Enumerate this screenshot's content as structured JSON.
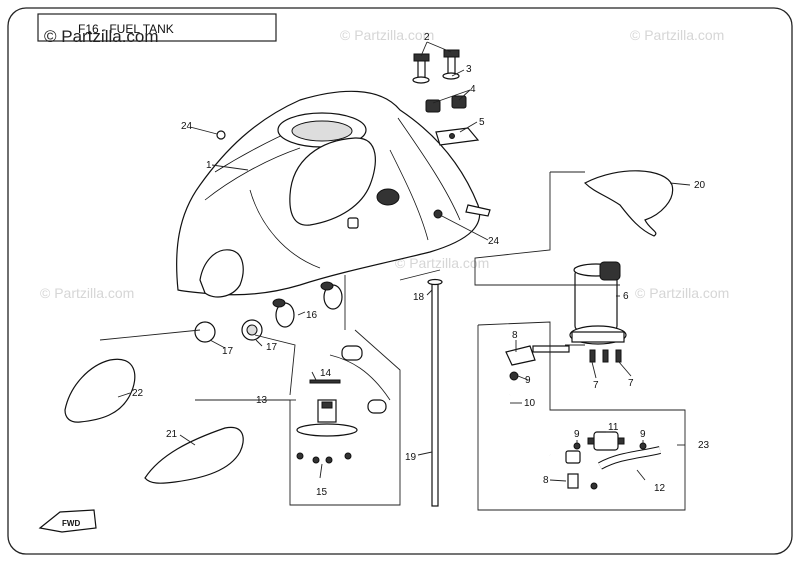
{
  "title": "F16 - FUEL TANK",
  "watermark_main": "© Partzilla.com",
  "watermark": "© Partzilla.com",
  "fwd_label": "FWD",
  "callouts": [
    "1",
    "2",
    "3",
    "4",
    "5",
    "6",
    "7",
    "7",
    "8",
    "8",
    "9",
    "9",
    "9",
    "10",
    "11",
    "12",
    "13",
    "14",
    "15",
    "16",
    "17",
    "17",
    "18",
    "19",
    "20",
    "21",
    "22",
    "23",
    "24",
    "24"
  ]
}
